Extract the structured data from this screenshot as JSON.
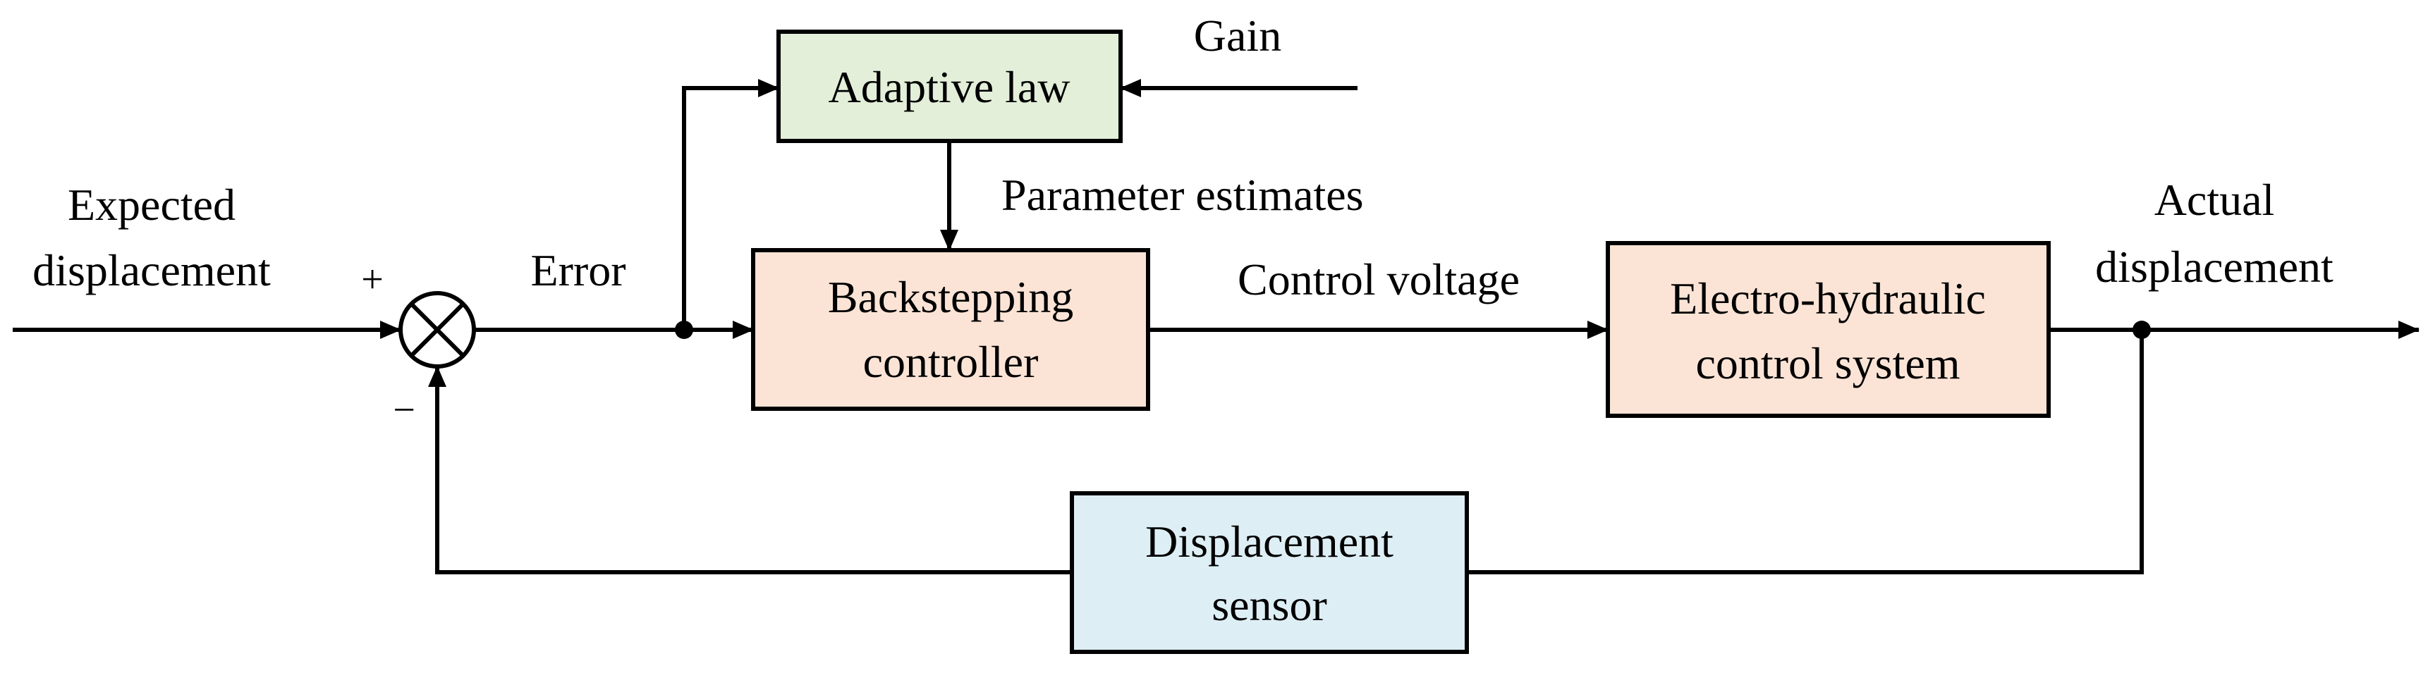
{
  "colors": {
    "adaptive_fill": "#e3efd9",
    "controller_fill": "#fbe4d6",
    "plant_fill": "#fbe4d6",
    "sensor_fill": "#ddeef5",
    "stroke": "#000000"
  },
  "blocks": {
    "adaptive_law": "Adaptive law",
    "controller_line1": "Backstepping",
    "controller_line2": "controller",
    "plant_line1": "Electro-hydraulic",
    "plant_line2": "control system",
    "sensor_line1": "Displacement",
    "sensor_line2": "sensor"
  },
  "labels": {
    "gain": "Gain",
    "parameter_estimates": "Parameter estimates",
    "expected_line1": "Expected",
    "expected_line2": "displacement",
    "error": "Error",
    "control_voltage": "Control voltage",
    "actual_line1": "Actual",
    "actual_line2": "displacement",
    "plus_sign": "+",
    "minus_sign": "−"
  }
}
